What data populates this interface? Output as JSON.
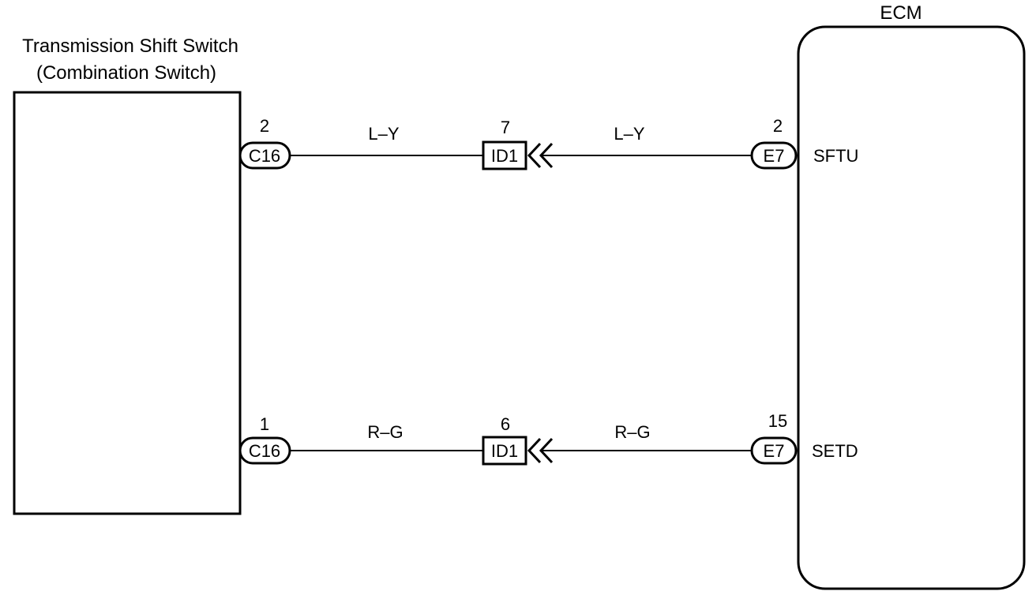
{
  "switch": {
    "title_line1": "Transmission Shift Switch",
    "title_line2": "(Combination Switch)"
  },
  "ecm": {
    "title": "ECM"
  },
  "circuits": [
    {
      "switch_pin": "2",
      "switch_connector": "C16",
      "wire_color_left": "L–Y",
      "junction_pin": "7",
      "junction_connector": "ID1",
      "wire_color_right": "L–Y",
      "ecm_pin": "2",
      "ecm_connector": "E7",
      "ecm_terminal": "SFTU"
    },
    {
      "switch_pin": "1",
      "switch_connector": "C16",
      "wire_color_left": "R–G",
      "junction_pin": "6",
      "junction_connector": "ID1",
      "wire_color_right": "R–G",
      "ecm_pin": "15",
      "ecm_connector": "E7",
      "ecm_terminal": "SETD"
    }
  ]
}
